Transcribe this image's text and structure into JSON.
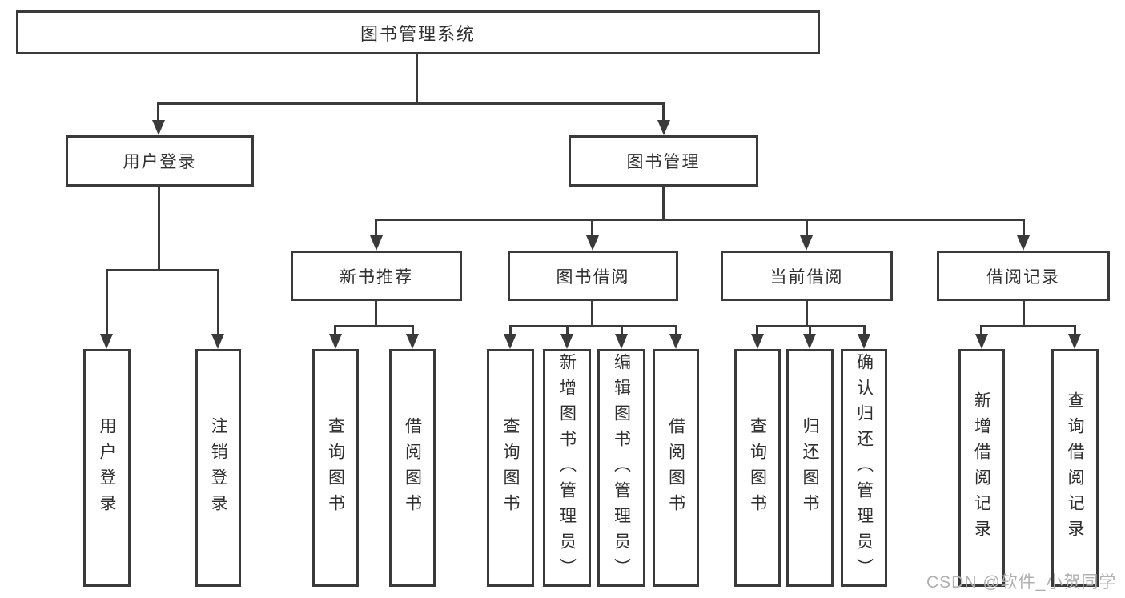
{
  "diagram": {
    "root": {
      "label": "图书管理系统"
    },
    "level2": [
      {
        "label": "用户登录"
      },
      {
        "label": "图书管理"
      }
    ],
    "level3": [
      {
        "label": "新书推荐",
        "parent": "图书管理"
      },
      {
        "label": "图书借阅",
        "parent": "图书管理"
      },
      {
        "label": "当前借阅",
        "parent": "图书管理"
      },
      {
        "label": "借阅记录",
        "parent": "图书管理"
      }
    ],
    "leaves": [
      {
        "label": "用户登录",
        "parent": "用户登录"
      },
      {
        "label": "注销登录",
        "parent": "用户登录"
      },
      {
        "label": "查询图书",
        "parent": "新书推荐"
      },
      {
        "label": "借阅图书",
        "parent": "新书推荐"
      },
      {
        "label": "查询图书",
        "parent": "图书借阅"
      },
      {
        "label": "新增图书（管理员）",
        "parent": "图书借阅"
      },
      {
        "label": "编辑图书（管理员）",
        "parent": "图书借阅"
      },
      {
        "label": "借阅图书",
        "parent": "图书借阅"
      },
      {
        "label": "查询图书",
        "parent": "当前借阅"
      },
      {
        "label": "归还图书",
        "parent": "当前借阅"
      },
      {
        "label": "确认归还（管理员）",
        "parent": "当前借阅"
      },
      {
        "label": "新增借阅记录",
        "parent": "借阅记录"
      },
      {
        "label": "查询借阅记录",
        "parent": "借阅记录"
      }
    ]
  },
  "watermark": "CSDN @软件_小贺同学",
  "colors": {
    "line": "#3a3a3a",
    "text": "#2f2f2f",
    "box_fill": "#ffffff",
    "watermark": "#b0b0b0"
  }
}
